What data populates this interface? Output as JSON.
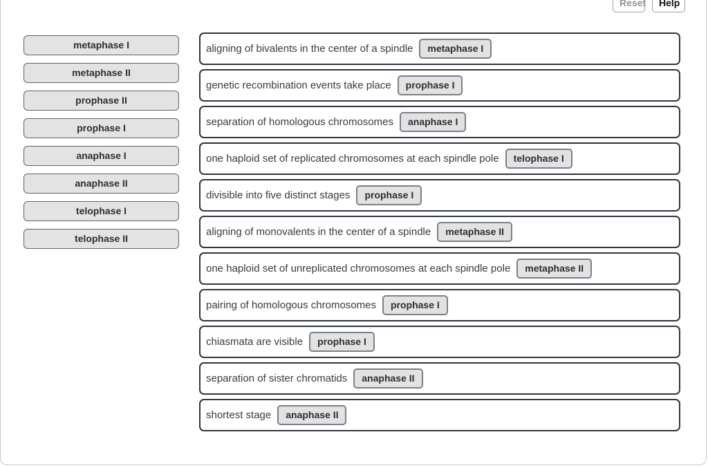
{
  "toolbar": {
    "reset_label": "Reset",
    "help_label": "Help"
  },
  "bank": {
    "chips": [
      "metaphase I",
      "metaphase II",
      "prophase II",
      "prophase I",
      "anaphase I",
      "anaphase II",
      "telophase I",
      "telophase II"
    ]
  },
  "rows": [
    {
      "text": "aligning of bivalents in the center of a spindle",
      "chip": "metaphase I"
    },
    {
      "text": "genetic recombination events take place",
      "chip": "prophase I"
    },
    {
      "text": "separation of homologous chromosomes",
      "chip": "anaphase I"
    },
    {
      "text": "one haploid set of replicated chromosomes at each spindle pole",
      "chip": "telophase I"
    },
    {
      "text": "divisible into five distinct stages",
      "chip": "prophase I"
    },
    {
      "text": "aligning of monovalents in the center of a spindle",
      "chip": "metaphase II"
    },
    {
      "text": "one haploid set of unreplicated chromosomes at each spindle pole",
      "chip": "metaphase II"
    },
    {
      "text": "pairing of homologous chromosomes",
      "chip": "prophase I"
    },
    {
      "text": "chiasmata are visible",
      "chip": "prophase I"
    },
    {
      "text": "separation of sister chromatids",
      "chip": "anaphase II"
    },
    {
      "text": "shortest stage",
      "chip": "anaphase II"
    }
  ],
  "colors": {
    "row_border": "#2f353c",
    "chip_background": "#e3e3e3",
    "chip_border": "#7b7f89",
    "bank_chip_border": "#5d626c",
    "panel_border": "#c6c6c6",
    "reset_text": "#949494",
    "help_text": "#111111"
  }
}
